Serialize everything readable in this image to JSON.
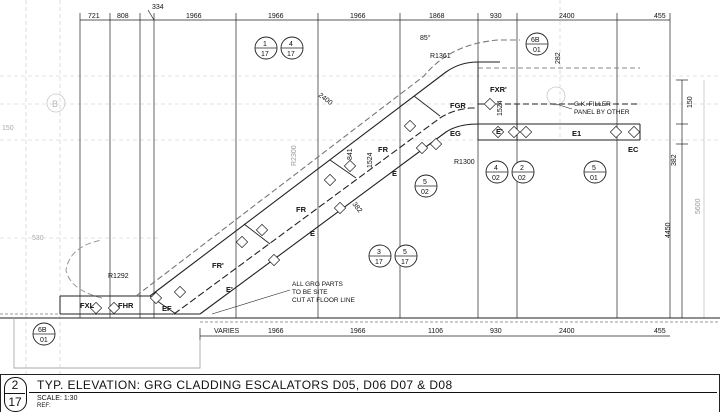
{
  "title_block": {
    "sheet_number": "2",
    "drawing_number": "17",
    "title": "TYP. ELEVATION: GRG CLADDING ESCALATORS D05, D06 D07 & D08",
    "scale": "SCALE: 1:30",
    "ref": "REF:"
  },
  "top_dims": [
    "721",
    "808",
    "334",
    "1966",
    "1966",
    "1966",
    "1868",
    "930",
    "2400",
    "455"
  ],
  "bottom_dims": [
    "VARIES",
    "1966",
    "1966",
    "1106",
    "930",
    "2400",
    "455"
  ],
  "right_dims": [
    "150",
    "382",
    "4450",
    "5600"
  ],
  "left_dims": [
    "150",
    "530"
  ],
  "diag_dims": [
    "2400",
    "R2300",
    "841",
    "1524",
    "382",
    "85°",
    "282"
  ],
  "radii": [
    "R1361",
    "R1300",
    "R1292"
  ],
  "panel_labels": [
    "FXL",
    "FHR",
    "EF",
    "E'",
    "FR'",
    "FR",
    "FR",
    "E",
    "E",
    "FGR",
    "FXR'",
    "E'",
    "EG",
    "E1",
    "EC",
    "1524"
  ],
  "notes": {
    "gk_filler": [
      "G.K. FILLER",
      "PANEL BY OTHER"
    ],
    "grg_parts": [
      "ALL GRG PARTS",
      "TO BE SITE",
      "CUT AT FLOOR LINE"
    ]
  },
  "detail_bubbles": [
    {
      "num": "1",
      "sheet": "17"
    },
    {
      "num": "4",
      "sheet": "17"
    },
    {
      "num": "6B",
      "sheet": "01"
    },
    {
      "num": "4",
      "sheet": "02"
    },
    {
      "num": "2",
      "sheet": "02"
    },
    {
      "num": "5",
      "sheet": "01"
    },
    {
      "num": "5",
      "sheet": "02"
    },
    {
      "num": "3",
      "sheet": "17"
    },
    {
      "num": "5",
      "sheet": "17"
    },
    {
      "num": "6B",
      "sheet": "01"
    }
  ],
  "grid_markers": [
    "B"
  ]
}
